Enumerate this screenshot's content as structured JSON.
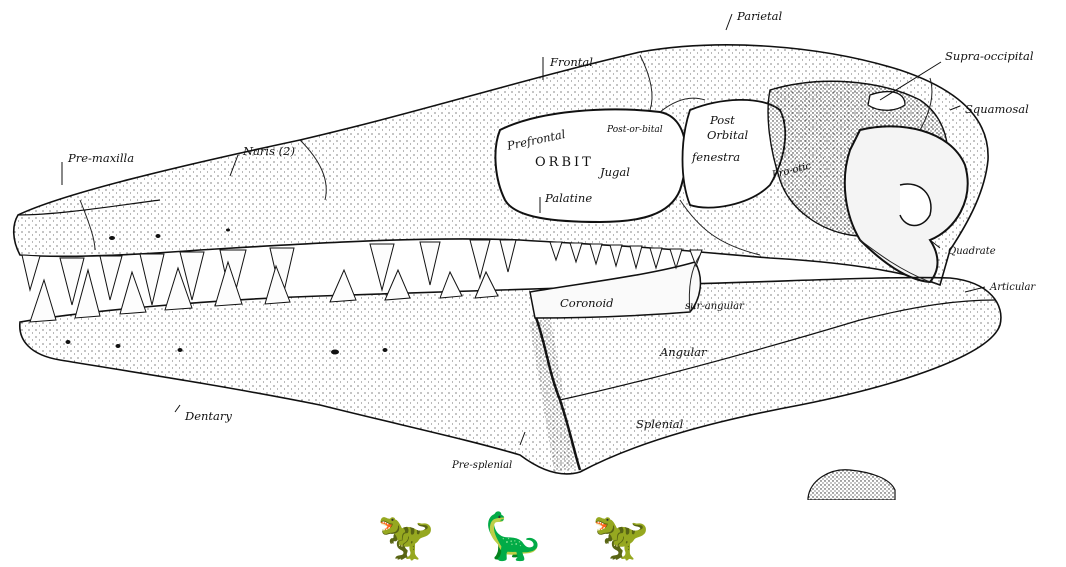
{
  "labels": {
    "parietal": "Parietal",
    "frontal": "Frontal",
    "supra_occipital": "Supra-occipital",
    "squamosal": "Squamosal",
    "pre_maxilla": "Pre-maxilla",
    "naris": "Naris (2)",
    "prefrontal": "Prefrontal",
    "post_orbital": "Post-or-bital",
    "orbit": "ORBIT",
    "jugal": "Jugal",
    "palatine": "Palatine",
    "post_orbital_fenestra_1": "Post",
    "post_orbital_fenestra_2": "Orbital",
    "post_orbital_fenestra_3": "fenestra",
    "pro_otic": "Pro-otic",
    "quadrate": "Quadrate",
    "articular": "Articular",
    "coronoid": "Coronoid",
    "sur_angular": "sur-angular",
    "angular": "Angular",
    "dentary": "Dentary",
    "splenial": "Splenial",
    "pre_splenial": "Pre-splenial"
  },
  "emojis": [
    {
      "char": "🦖",
      "icon": "t-rex-icon"
    },
    {
      "char": "🦕",
      "icon": "sauropod-icon"
    },
    {
      "char": "🦖",
      "icon": "t-rex-icon"
    }
  ]
}
